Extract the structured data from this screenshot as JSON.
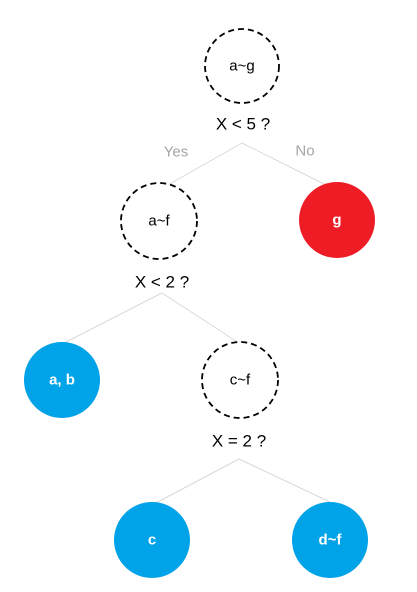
{
  "colors": {
    "leaf_blue": "#00a2e8",
    "leaf_red": "#ee1c25",
    "edge": "#d9d9d9",
    "branch_label": "#a6a6a6"
  },
  "nodes": {
    "root": {
      "label": "a~g",
      "question": "X < 5 ?"
    },
    "node_af": {
      "label": "a~f",
      "question": "X < 2 ?"
    },
    "leaf_g": {
      "label": "g"
    },
    "leaf_ab": {
      "label": "a, b"
    },
    "node_cf": {
      "label": "c~f",
      "question": "X = 2 ?"
    },
    "leaf_c": {
      "label": "c"
    },
    "leaf_df": {
      "label": "d~f"
    }
  },
  "branch_labels": {
    "yes": "Yes",
    "no": "No"
  }
}
